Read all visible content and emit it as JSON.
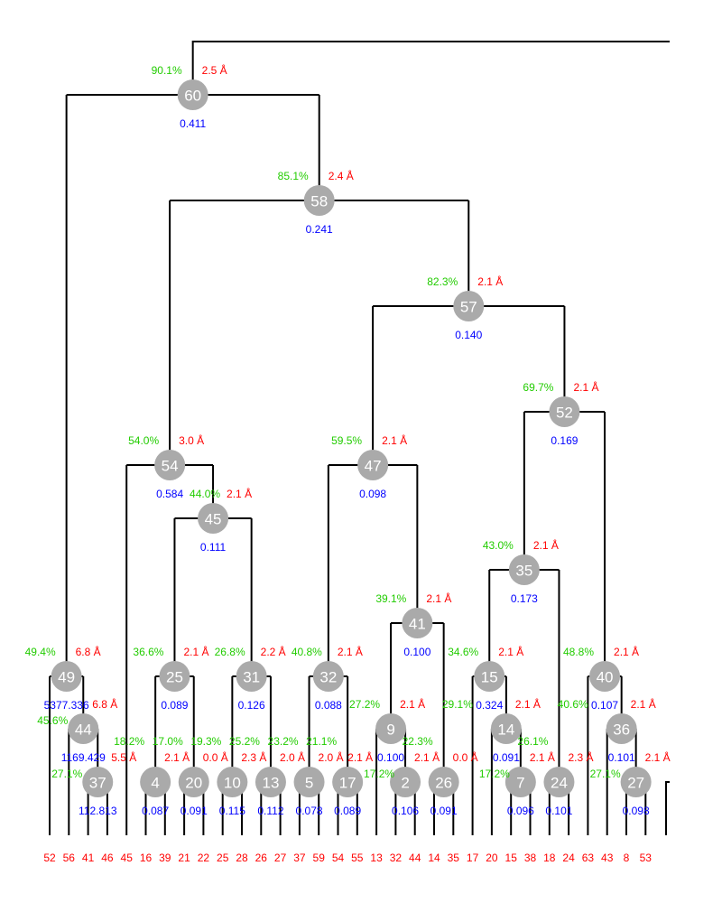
{
  "colors": {
    "percent": "#22cc00",
    "distance": "#ff0000",
    "score": "#0000ff",
    "leaf": "#ff0000",
    "node": "#aaaaaa"
  },
  "leaves": [
    "52",
    "56",
    "41",
    "46",
    "45",
    "16",
    "39",
    "21",
    "22",
    "25",
    "28",
    "26",
    "27",
    "37",
    "59",
    "54",
    "55",
    "13",
    "32",
    "44",
    "14",
    "35",
    "17",
    "20",
    "15",
    "38",
    "18",
    "24",
    "63",
    "43",
    "8",
    "53"
  ],
  "root": "60",
  "nodes": {
    "60": {
      "children": [
        "n49",
        "n58"
      ],
      "pct": "90.1%",
      "dist": "2.5 Å",
      "score": "0.411"
    },
    "58": {
      "children": [
        "n54",
        "n57"
      ],
      "pct": "85.1%",
      "dist": "2.4 Å",
      "score": "0.241"
    },
    "57": {
      "children": [
        "n47",
        "n52"
      ],
      "pct": "82.3%",
      "dist": "2.1 Å",
      "score": "0.140"
    },
    "52": {
      "children": [
        "n35",
        "n40"
      ],
      "pct": "69.7%",
      "dist": "2.1 Å",
      "score": "0.169"
    },
    "54": {
      "children": [
        "l4",
        "n45"
      ],
      "pct": "54.0%",
      "dist": "3.0 Å",
      "score": "0.584"
    },
    "45": {
      "children": [
        "n25",
        "n31"
      ],
      "pct": "44.0%",
      "dist": "2.1 Å",
      "score": "0.111"
    },
    "47": {
      "children": [
        "n32",
        "n41"
      ],
      "pct": "59.5%",
      "dist": "2.1 Å",
      "score": "0.098"
    },
    "41": {
      "children": [
        "n9",
        "n26"
      ],
      "pct": "39.1%",
      "dist": "2.1 Å",
      "score": "0.100"
    },
    "35": {
      "children": [
        "n15",
        "n24"
      ],
      "pct": "43.0%",
      "dist": "2.1 Å",
      "score": "0.173"
    },
    "40": {
      "children": [
        "l28",
        "n36"
      ],
      "pct": "48.8%",
      "dist": "2.1 Å",
      "score": "0.107"
    },
    "49": {
      "children": [
        "l0",
        "n44"
      ],
      "pct": "49.4%",
      "dist": "6.8 Å",
      "score": "5377.336"
    },
    "44": {
      "children": [
        "l1",
        "n37"
      ],
      "pct": "45.6%",
      "dist": "6.8 Å",
      "score": "1169.429"
    },
    "37": {
      "children": [
        "l2",
        "l3"
      ],
      "pct": "27.1%",
      "dist": "5.5 Å",
      "score": "112.813"
    },
    "25": {
      "children": [
        "n4",
        "n20"
      ],
      "pct": "36.6%",
      "dist": "2.1 Å",
      "score": "0.089"
    },
    "4": {
      "children": [
        "l5",
        "l6"
      ],
      "pct": "18.2%",
      "dist": "2.1 Å",
      "score": "0.087"
    },
    "20": {
      "children": [
        "l7",
        "l8"
      ],
      "pct": "17.0%",
      "dist": "0.0 Å",
      "score": "0.091"
    },
    "31": {
      "children": [
        "n10",
        "n13"
      ],
      "pct": "26.8%",
      "dist": "2.2 Å",
      "score": "0.126"
    },
    "10": {
      "children": [
        "l9",
        "l10"
      ],
      "pct": "19.3%",
      "dist": "2.3 Å",
      "score": "0.115"
    },
    "13": {
      "children": [
        "l11",
        "l12"
      ],
      "pct": "25.2%",
      "dist": "2.0 Å",
      "score": "0.112"
    },
    "32": {
      "children": [
        "n5",
        "n17"
      ],
      "pct": "40.8%",
      "dist": "2.1 Å",
      "score": "0.088"
    },
    "5": {
      "children": [
        "l13",
        "l14"
      ],
      "pct": "23.2%",
      "dist": "2.0 Å",
      "score": "0.078"
    },
    "17": {
      "children": [
        "l15",
        "l16"
      ],
      "pct": "21.1%",
      "dist": "2.1 Å",
      "score": "0.089"
    },
    "9": {
      "children": [
        "l17",
        "n2"
      ],
      "pct": "27.2%",
      "dist": "2.1 Å",
      "score": "0.100"
    },
    "2": {
      "children": [
        "l18",
        "l19"
      ],
      "pct": "17.2%",
      "dist": "2.1 Å",
      "score": "0.106"
    },
    "26": {
      "children": [
        "l20",
        "l21"
      ],
      "pct": "22.3%",
      "dist": "0.0 Å",
      "score": "0.091"
    },
    "15": {
      "children": [
        "l22",
        "n14"
      ],
      "pct": "34.6%",
      "dist": "2.1 Å",
      "score": "0.324"
    },
    "14": {
      "children": [
        "l23",
        "n7"
      ],
      "pct": "29.1%",
      "dist": "2.1 Å",
      "score": "0.091"
    },
    "7": {
      "children": [
        "l24",
        "l25"
      ],
      "pct": "17.2%",
      "dist": "2.1 Å",
      "score": "0.096"
    },
    "24": {
      "children": [
        "l26",
        "l27"
      ],
      "pct": "26.1%",
      "dist": "2.3 Å",
      "score": "0.101"
    },
    "36": {
      "children": [
        "l29",
        "n27"
      ],
      "pct": "40.6%",
      "dist": "2.1 Å",
      "score": "0.101"
    },
    "27": {
      "children": [
        "l30",
        "l31"
      ],
      "pct": "27.1%",
      "dist": "2.1 Å",
      "score": "0.098"
    }
  }
}
